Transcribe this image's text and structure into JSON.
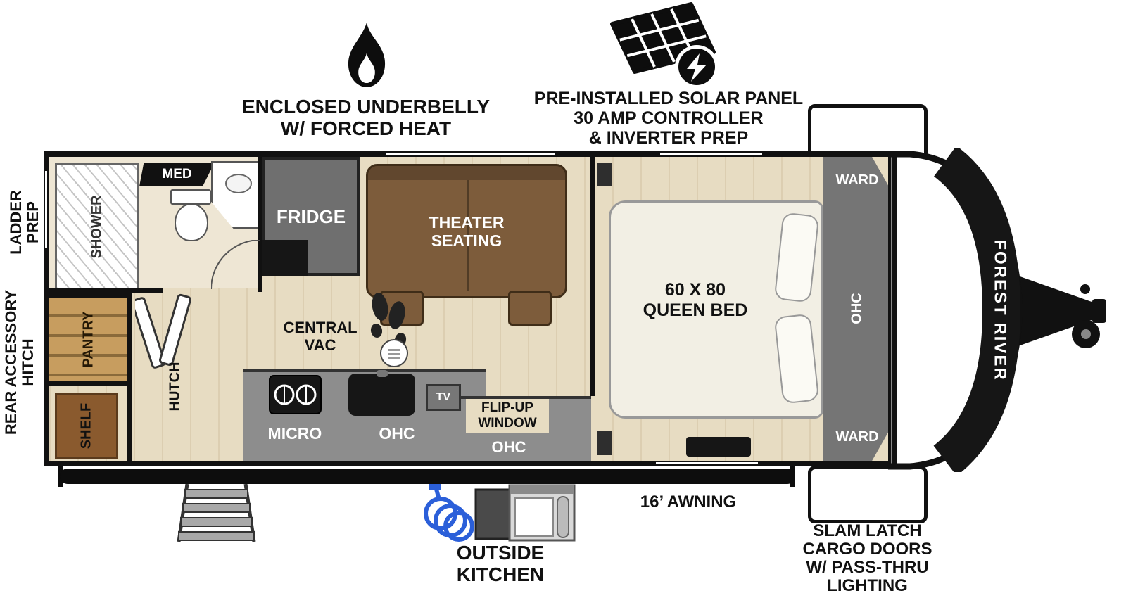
{
  "callouts": {
    "underbelly": {
      "line1": "ENCLOSED UNDERBELLY",
      "line2": "W/ FORCED HEAT"
    },
    "solar": {
      "line1": "PRE-INSTALLED SOLAR PANEL",
      "line2": "30 AMP CONTROLLER",
      "line3": "& INVERTER PREP"
    },
    "ladder_prep": {
      "line1": "LADDER",
      "line2": "PREP"
    },
    "rear_hitch": {
      "line1": "REAR ACCESSORY",
      "line2": "HITCH"
    },
    "awning": "16’ AWNING",
    "outside_kitchen": {
      "line1": "OUTSIDE",
      "line2": "KITCHEN"
    },
    "cargo": {
      "line1": "SLAM LATCH",
      "line2": "CARGO DOORS",
      "line3": "W/ PASS-THRU",
      "line4": "LIGHTING"
    }
  },
  "floorplan": {
    "shower": "SHOWER",
    "med": "MED",
    "pantry": "PANTRY",
    "shelf": "SHELF",
    "hutch": "HUTCH",
    "fridge": "FRIDGE",
    "theater": {
      "line1": "THEATER",
      "line2": "SEATING"
    },
    "central_vac": {
      "line1": "CENTRAL",
      "line2": "VAC"
    },
    "micro": "MICRO",
    "ohc_left": "OHC",
    "tv": "TV",
    "flip_up": {
      "line1": "FLIP-UP",
      "line2": "WINDOW"
    },
    "ohc_right": "OHC",
    "bed": {
      "line1": "60 X 80",
      "line2": "QUEEN BED"
    },
    "ward_top": "WARD",
    "ohc_bedroom": "OHC",
    "ward_bottom": "WARD",
    "brand": "FOREST RIVER"
  },
  "colors": {
    "floor": "#e7dcc2",
    "wall": "#111111",
    "cabinet_gray": "#757575",
    "counter_gray": "#8d8d8d",
    "sofa_brown": "#7d5c3b",
    "wood": "#c79d5f",
    "shelf_brown": "#8a5a2e",
    "hose_blue": "#2b5fd9"
  }
}
